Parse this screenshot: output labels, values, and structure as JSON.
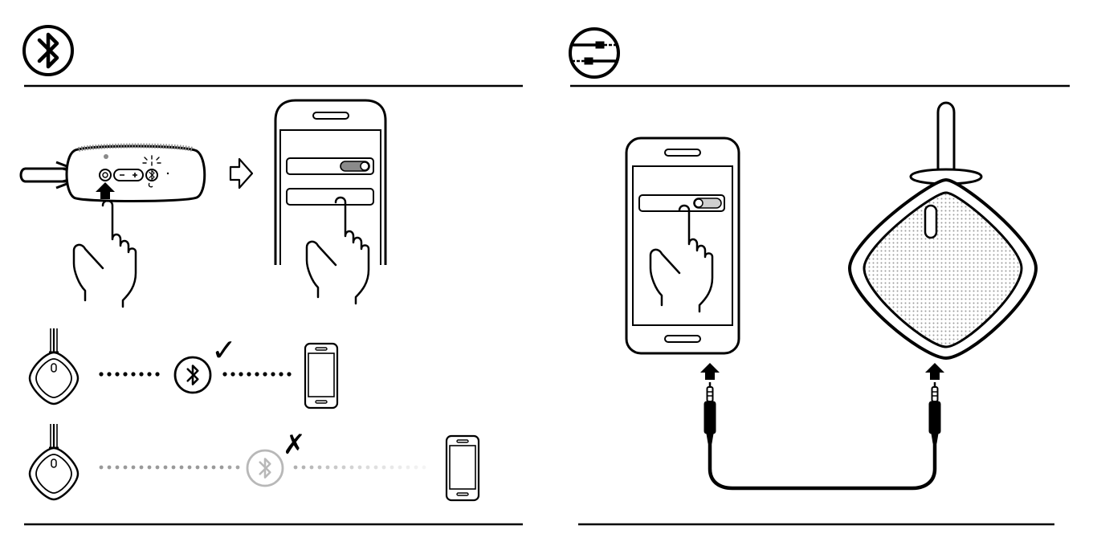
{
  "panels": {
    "bluetooth": {
      "header_icon": "bluetooth-icon",
      "steps": [
        {
          "name": "press-bluetooth-button",
          "icons": [
            "speaker-side-view",
            "up-arrow-icon",
            "pointing-hand-icon"
          ]
        },
        {
          "name": "enable-bluetooth-on-phone",
          "icons": [
            "arrow-right-icon",
            "smartphone-icon",
            "toggle-switch-on",
            "pointing-hand-icon"
          ]
        }
      ],
      "range": [
        {
          "status": "connected",
          "mark": "✓",
          "icons": [
            "speaker-icon",
            "bluetooth-icon",
            "smartphone-icon"
          ]
        },
        {
          "status": "out-of-range",
          "mark": "✗",
          "icons": [
            "speaker-icon",
            "bluetooth-icon",
            "smartphone-icon"
          ]
        }
      ]
    },
    "aux": {
      "header_icon": "aux-cable-icon",
      "icons": [
        "smartphone-icon",
        "toggle-switch-off",
        "pointing-hand-icon",
        "speaker-front-view",
        "aux-cable",
        "up-arrow-icon"
      ]
    }
  },
  "colors": {
    "ink": "#000000",
    "faded": "#cccccc",
    "grille": "#bbbbbb"
  }
}
